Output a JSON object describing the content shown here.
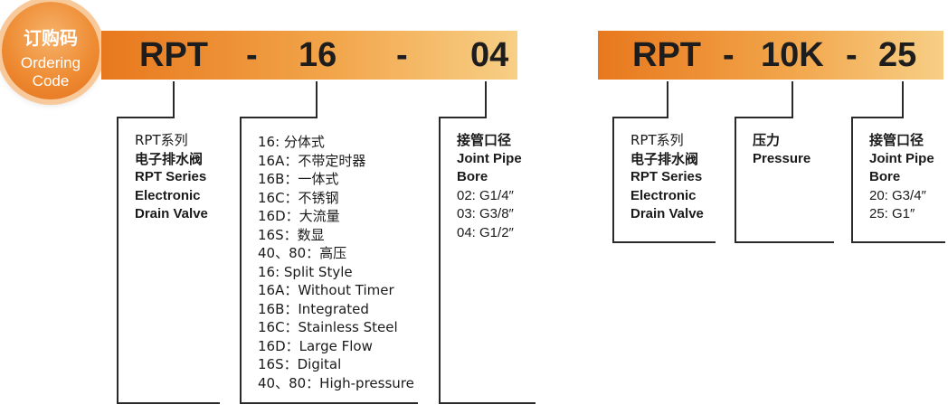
{
  "badge": {
    "cn": "订购码",
    "en1": "Ordering",
    "en2": "Code"
  },
  "left_code": {
    "seg1": "RPT",
    "dash1": "-",
    "seg2": "16",
    "dash2": "-",
    "seg3": "04"
  },
  "right_code": {
    "seg1": "RPT",
    "dash1": "-",
    "seg2": "10K",
    "dash2": "-",
    "seg3": "25"
  },
  "left_boxes": {
    "series": [
      "RPT系列",
      "电子排水阀",
      "RPT Series",
      "Electronic",
      "Drain Valve"
    ],
    "style": [
      "16:  分体式",
      "16A：不带定时器",
      "16B：一体式",
      "16C：不锈钢",
      "16D：大流量",
      "16S：数显",
      "40、80：高压",
      "16:  Split Style",
      "16A：Without Timer",
      "16B：Integrated",
      "16C：Stainless Steel",
      "16D：Large Flow",
      "16S：Digital",
      "40、80：High-pressure"
    ],
    "bore": [
      "接管口径",
      "Joint Pipe",
      "Bore",
      "02: G1/4″",
      "03: G3/8″",
      "04: G1/2″"
    ]
  },
  "right_boxes": {
    "series": [
      "RPT系列",
      "电子排水阀",
      "RPT Series",
      "Electronic",
      "Drain Valve"
    ],
    "pressure": [
      "压力",
      "Pressure"
    ],
    "bore": [
      "接管口径",
      "Joint Pipe",
      "Bore",
      "20: G3/4″",
      "25: G1″"
    ]
  }
}
